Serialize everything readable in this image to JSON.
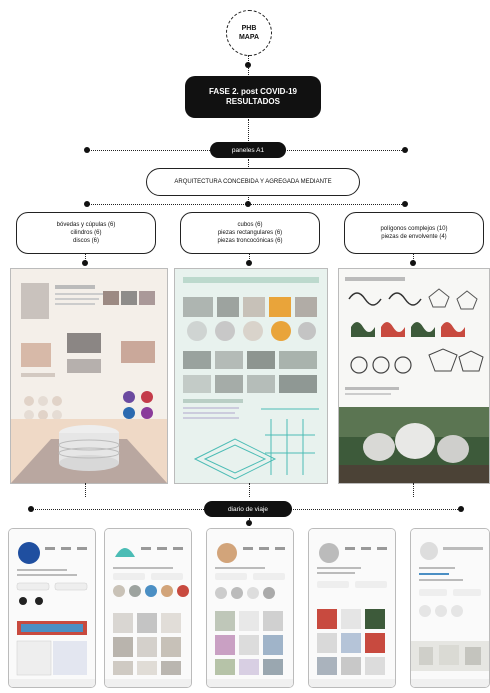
{
  "root": {
    "line1": "PHB",
    "line2": "MAPA"
  },
  "phase": {
    "line1": "FASE 2. post COVID-19",
    "line2": "RESULTADOS"
  },
  "panels_label": "paneles A1",
  "architecture_label": "ARQUITECTURA CONCEBIDA Y AGREGADA MEDIANTE",
  "categories": [
    {
      "lines": [
        "bóvedas y cúpulas (6)",
        "cilindros (6)",
        "discos (6)"
      ]
    },
    {
      "lines": [
        "cubos (6)",
        "piezas rectangulares (6)",
        "piezas troncocónicas (6)"
      ]
    },
    {
      "lines": [
        "polígonos complejos (10)",
        "piezas de envolvente (4)"
      ]
    }
  ],
  "journal_label": "diario de viaje",
  "colors": {
    "dark": "#111111",
    "panel1_sky": "#efd9c6",
    "panel2_accent": "#e9a43a",
    "panel3_green": "#3d5a3a",
    "avatar_blue": "#1f4fa0",
    "teal": "#4bbcb5",
    "red": "#c84a3f"
  }
}
